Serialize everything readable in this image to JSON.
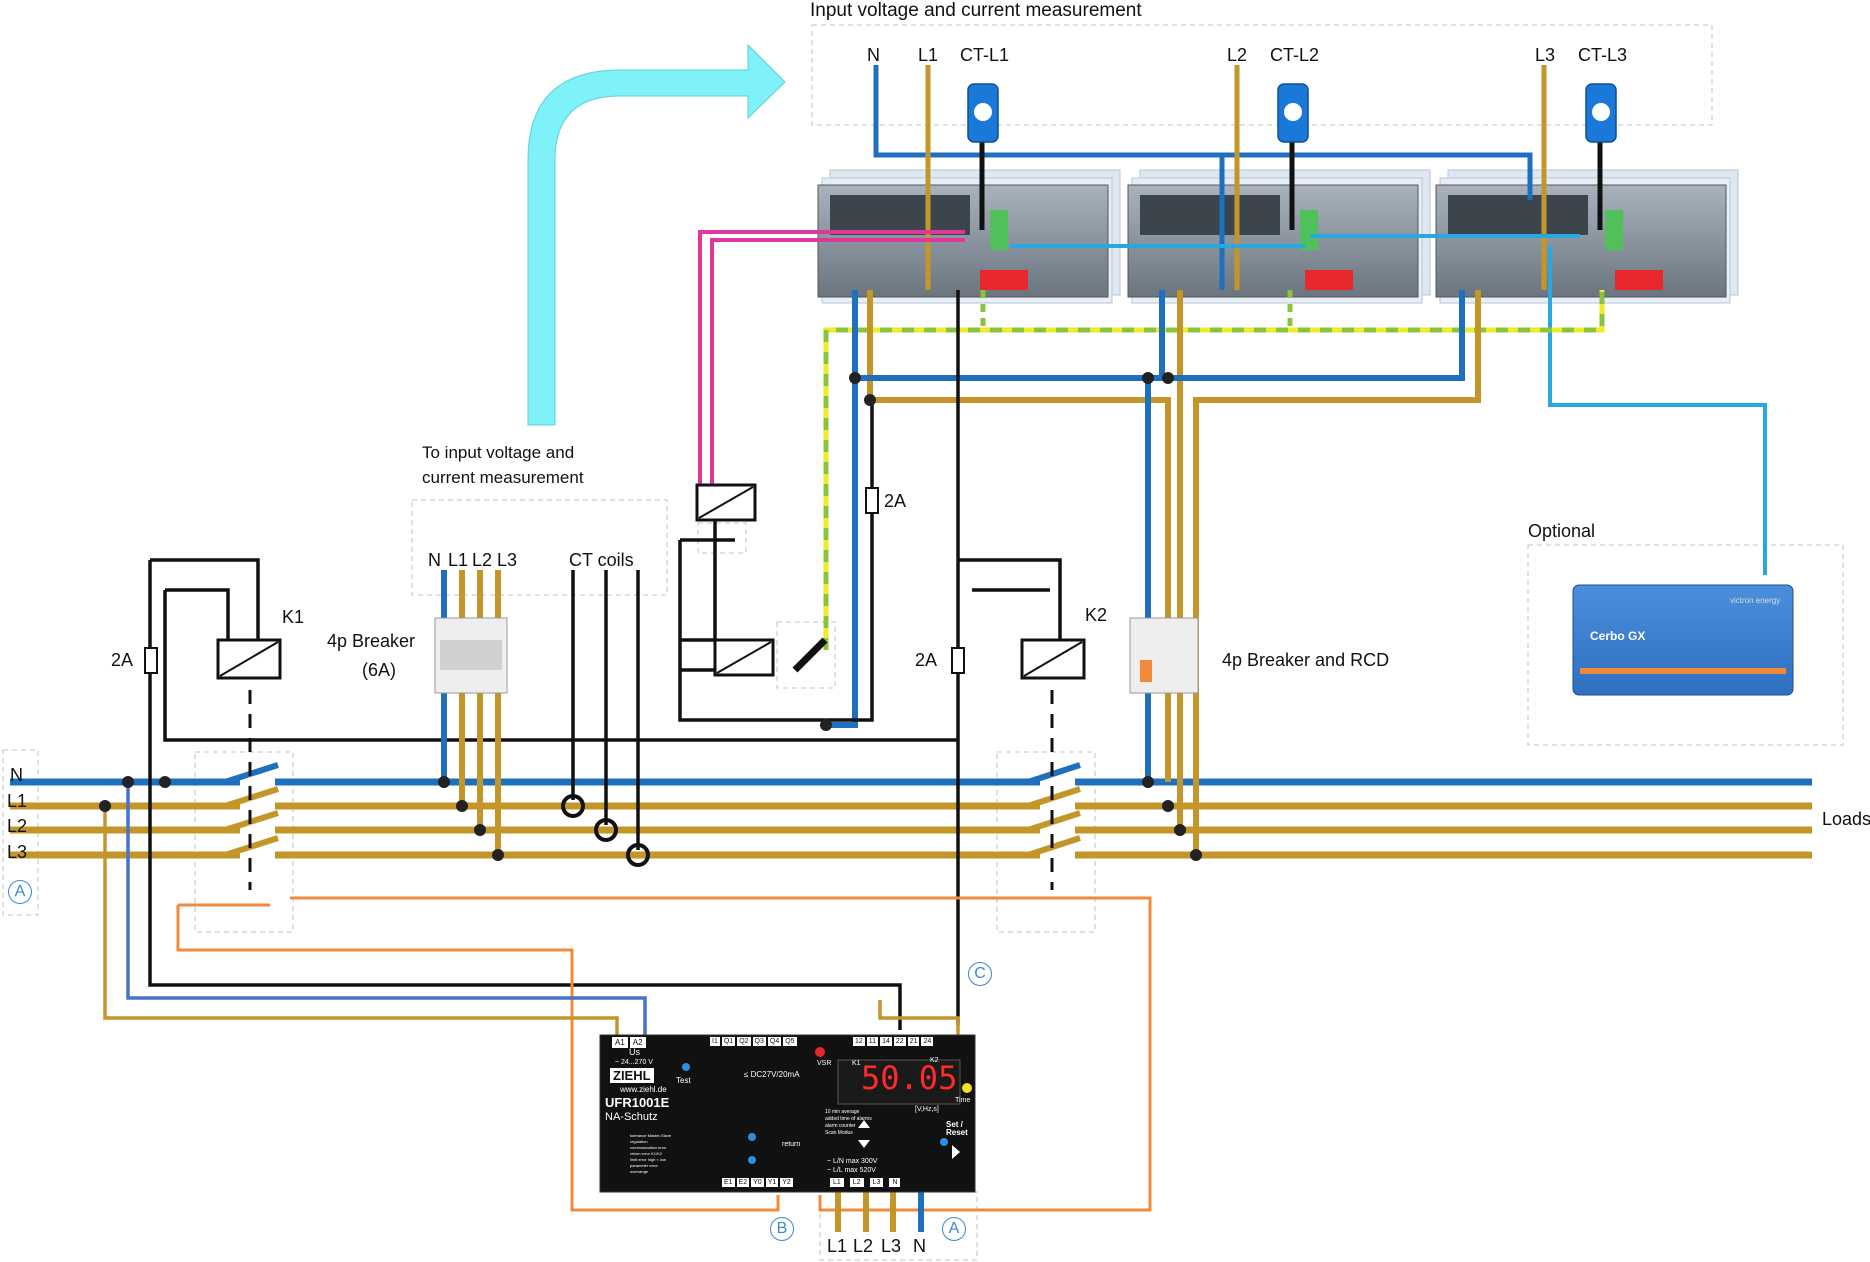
{
  "labels": {
    "top_measure": "Input voltage and current measurement",
    "to_measure_l1": "To input voltage and",
    "to_measure_l2": "current measurement",
    "n": "N",
    "l1": "L1",
    "l2": "L2",
    "l3": "L3",
    "ct_l1": "CT-L1",
    "ct_l2": "CT-L2",
    "ct_l3": "CT-L3",
    "ct_coils": "CT coils",
    "breaker4p_l1": "4p Breaker",
    "breaker4p_l2": "(6A)",
    "breaker_rcd": "4p Breaker and RCD",
    "k1": "K1",
    "k2": "K2",
    "fuse": "2A",
    "optional": "Optional",
    "loads": "Loads",
    "circle_a": "A",
    "circle_b": "B",
    "circle_c": "C"
  },
  "cerbo": {
    "name": "Cerbo GX",
    "brand": "victron energy"
  },
  "relay_device": {
    "brand": "ZIEHL",
    "site": "www.ziehl.de",
    "model": "UFR1001E",
    "subtitle": "NA-Schutz",
    "display": "50.05",
    "top_left_terms": [
      "A1",
      "A2"
    ],
    "us_label": "Us",
    "us_range": "~ 24...270 V",
    "input_terms": [
      "I1",
      "Q1",
      "Q2",
      "Q3",
      "Q4",
      "Q5"
    ],
    "vsr": "VSR",
    "relay_terms": [
      "12",
      "11",
      "14",
      "22",
      "21",
      "24"
    ],
    "k_labels": [
      "K1",
      "K2"
    ],
    "test": "Test",
    "dc_note": "≤ DC27V/20mA",
    "set_reset": "Set / Reset",
    "time": "Time",
    "vhz": "[V,Hz,s]",
    "bottom_left_terms": [
      "E1",
      "E2",
      "Y0",
      "Y1",
      "Y2"
    ],
    "return_label": "return",
    "bottom_right_terms": [
      "L1",
      "L2",
      "L3",
      "N"
    ],
    "ln_max": "~ L/N max 300V",
    "ll_max": "~ L/L max 520V",
    "legend": [
      "10 min average",
      "added time of alarms",
      "alarm counter",
      "Scan Modus"
    ],
    "legend_left": [
      "tolerance Master-Slave",
      "regulation",
      "communication error",
      "return error K1/K2",
      "limit error high < low",
      "parameter error",
      "overrange"
    ]
  },
  "colors": {
    "neutral": "#1f6fbf",
    "line": "#c4962a",
    "control": "#111111",
    "feedback": "#f28a3a",
    "pe_yellow": "#f0ea2a",
    "pe_green": "#8bc43c",
    "pink": "#e0379b",
    "network": "#2aa6e0",
    "arrow": "#7ef2f8",
    "circle": "#3a86d8"
  }
}
